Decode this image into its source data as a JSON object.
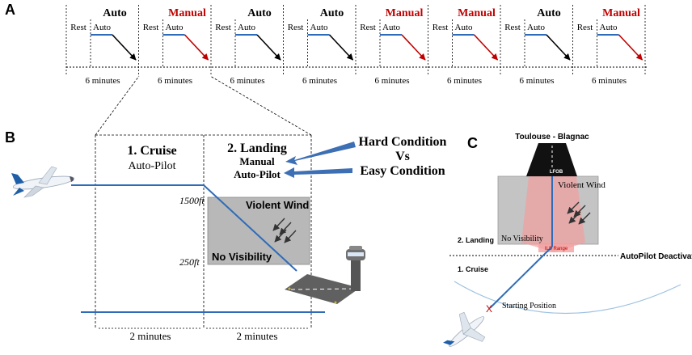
{
  "colors": {
    "auto": "#000000",
    "manual": "#c00000",
    "line_blue": "#2e6bb8",
    "arrow_blue": "#3d6fb5",
    "gray_box": "#b8b8b8",
    "ils_pink": "#f2a0a0"
  },
  "panel_a": {
    "label": "A",
    "sessions": [
      {
        "mode": "Auto",
        "type": "auto",
        "rest": "Rest",
        "sub": "Auto",
        "duration": "6 minutes"
      },
      {
        "mode": "Manual",
        "type": "manual",
        "rest": "Rest",
        "sub": "Auto",
        "duration": "6 minutes"
      },
      {
        "mode": "Auto",
        "type": "auto",
        "rest": "Rest",
        "sub": "Auto",
        "duration": "6 minutes"
      },
      {
        "mode": "Auto",
        "type": "auto",
        "rest": "Rest",
        "sub": "Auto",
        "duration": "6 minutes"
      },
      {
        "mode": "Manual",
        "type": "manual",
        "rest": "Rest",
        "sub": "Auto",
        "duration": "6 minutes"
      },
      {
        "mode": "Manual",
        "type": "manual",
        "rest": "Rest",
        "sub": "Auto",
        "duration": "6 minutes"
      },
      {
        "mode": "Auto",
        "type": "auto",
        "rest": "Rest",
        "sub": "Auto",
        "duration": "6 minutes"
      },
      {
        "mode": "Manual",
        "type": "manual",
        "rest": "Rest",
        "sub": "Auto",
        "duration": "6 minutes"
      }
    ]
  },
  "panel_b": {
    "label": "B",
    "cruise_title": "1. Cruise",
    "cruise_sub": "Auto-Pilot",
    "landing_title": "2. Landing",
    "landing_manual": "Manual",
    "landing_auto": "Auto-Pilot",
    "hard_condition": "Hard Condition",
    "vs": "Vs",
    "easy_condition": "Easy Condition",
    "alt_high": "1500ft",
    "alt_low": "250ft",
    "violent_wind": "Violent Wind",
    "no_visibility": "No Visibility",
    "dur_cruise": "2 minutes",
    "dur_landing": "2 minutes"
  },
  "panel_c": {
    "label": "C",
    "airport": "Toulouse - Blagnac",
    "runway_code": "LFOB",
    "violent_wind": "Violent Wind",
    "no_visibility": "No Visibility",
    "landing": "2. Landing",
    "ils_range": "ILS Range",
    "autopilot_deactivation": "AutoPilot Deactivation*",
    "cruise": "1. Cruise",
    "start_marker": "X",
    "starting_position": "Starting Position"
  }
}
